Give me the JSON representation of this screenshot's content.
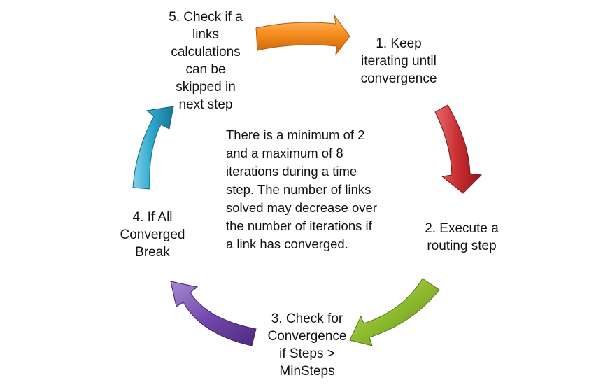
{
  "steps": [
    {
      "id": "step1",
      "text": "1. Keep\niterating until\nconvergence",
      "color": "#f28a1a"
    },
    {
      "id": "step2",
      "text": "2. Execute a\nrouting step",
      "color": "#c0282d"
    },
    {
      "id": "step3",
      "text": "3. Check for\nConvergence\nif Steps >\nMinSteps",
      "color": "#7aa82a"
    },
    {
      "id": "step4",
      "text": "4. If All\nConverged\nBreak",
      "color": "#6a3fa0"
    },
    {
      "id": "step5",
      "text": "5. Check if a\nlinks\ncalculations\ncan be\nskipped in\nnext step",
      "color": "#2aa0c4"
    }
  ],
  "center_note": "There is a minimum of 2\nand a maximum of 8\niterations during a time\nstep.  The number of links\nsolved may decrease over\nthe number of iterations if\na link has converged."
}
